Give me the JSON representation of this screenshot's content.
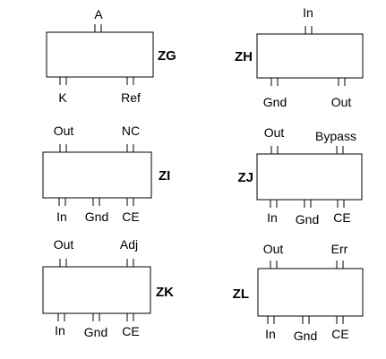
{
  "components": [
    {
      "id": "zg",
      "name": "ZG",
      "top_pins": [
        "A"
      ],
      "bottom_pins": [
        "K",
        "Ref"
      ]
    },
    {
      "id": "zh",
      "name": "ZH",
      "top_pins": [
        "In"
      ],
      "bottom_pins": [
        "Gnd",
        "Out"
      ]
    },
    {
      "id": "zi",
      "name": "ZI",
      "top_pins": [
        "Out",
        "NC"
      ],
      "bottom_pins": [
        "In",
        "Gnd",
        "CE"
      ]
    },
    {
      "id": "zj",
      "name": "ZJ",
      "top_pins": [
        "Out",
        "Bypass"
      ],
      "bottom_pins": [
        "In",
        "Gnd",
        "CE"
      ]
    },
    {
      "id": "zk",
      "name": "ZK",
      "top_pins": [
        "Out",
        "Adj"
      ],
      "bottom_pins": [
        "In",
        "Gnd",
        "CE"
      ]
    },
    {
      "id": "zl",
      "name": "ZL",
      "top_pins": [
        "Out",
        "Err"
      ],
      "bottom_pins": [
        "In",
        "Gnd",
        "CE"
      ]
    }
  ]
}
